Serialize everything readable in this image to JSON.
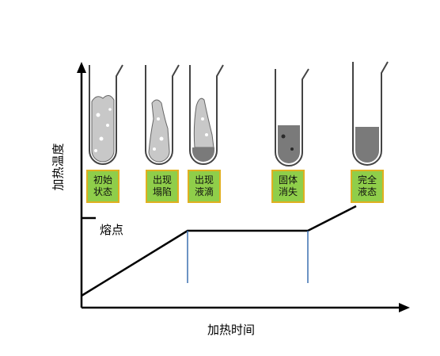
{
  "axes": {
    "y_title": "加热温度",
    "x_title": "加热时间",
    "melting_point_label": "熔点"
  },
  "stages": [
    {
      "line1": "初始",
      "line2": "状态",
      "tube": "initial-powder"
    },
    {
      "line1": "出现",
      "line2": "塌陷",
      "tube": "collapse"
    },
    {
      "line1": "出现",
      "line2": "液滴",
      "tube": "droplets"
    },
    {
      "line1": "固体",
      "line2": "消失",
      "tube": "solid-vanishing"
    },
    {
      "line1": "完全",
      "line2": "液态",
      "tube": "fully-liquid"
    }
  ],
  "colors": {
    "label_fill": "#8fce4a",
    "label_border": "#e0b020",
    "curve": "#000000",
    "marker": "#3a6fb0",
    "liquid": "#7a7a7a",
    "powder": "#c8c8c8"
  }
}
